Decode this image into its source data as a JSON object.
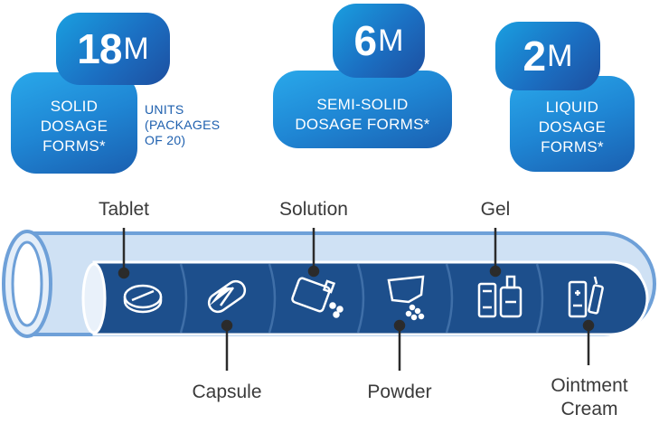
{
  "badges": [
    {
      "number": "18",
      "unit": "M",
      "label_lines": [
        "SOLID",
        "DOSAGE",
        "FORMS*"
      ]
    },
    {
      "number": "6",
      "unit": "M",
      "label_lines": [
        "SEMI-SOLID",
        "DOSAGE FORMS*"
      ]
    },
    {
      "number": "2",
      "unit": "M",
      "label_lines": [
        "LIQUID",
        "DOSAGE",
        "FORMS*"
      ]
    }
  ],
  "units_note": [
    "UNITS",
    "(PACKAGES",
    "OF 20)"
  ],
  "top_labels": [
    "Tablet",
    "Solution",
    "Gel"
  ],
  "bottom_labels": [
    "Capsule",
    "Powder",
    "Ointment",
    "Cream"
  ],
  "icons": [
    "tablet-icon",
    "capsule-icon",
    "solution-bottle-icon",
    "powder-sachet-icon",
    "gel-tube-icon",
    "ointment-cream-icon"
  ],
  "colors": {
    "tube_dark": "#1d4f8c",
    "tube_light": "#cfe1f4",
    "tube_outline": "#6ea0d8",
    "badge_blue": "#1b6fc2"
  }
}
